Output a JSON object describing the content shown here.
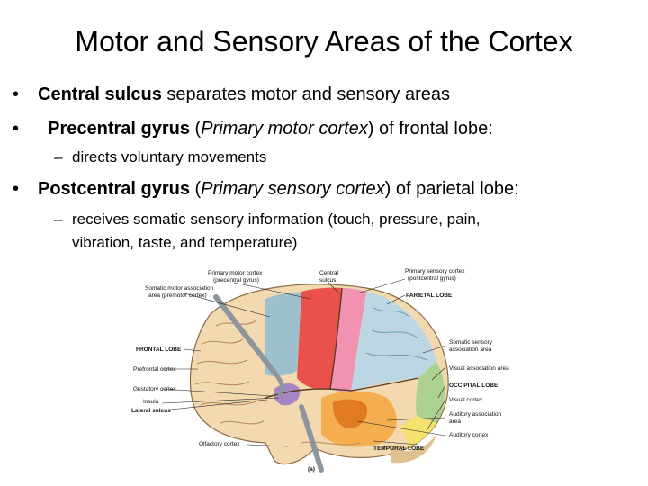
{
  "slide": {
    "title": "Motor and Sensory Areas of the Cortex",
    "bullets": [
      {
        "bold": "Central sulcus",
        "rest": " separates motor and sensory areas"
      },
      {
        "bold": "Precentral gyrus",
        "paren_open": " (",
        "italic": "Primary motor cortex",
        "rest": ") of frontal lobe:"
      },
      {
        "bold": "Postcentral gyrus",
        "paren_open": " (",
        "italic": "Primary sensory cortex",
        "rest": ") of parietal lobe:"
      }
    ],
    "sub_bullets": [
      "directs voluntary movements",
      "receives somatic sensory information (touch, pressure, pain,",
      "vibration, taste, and temperature)"
    ]
  },
  "figure": {
    "labels": {
      "primary_motor": "Primary motor cortex",
      "primary_motor_2": "(precentral gyrus)",
      "central_sulcus": "Central",
      "central_sulcus_2": "sulcus",
      "primary_sensory": "Primary sensory cortex",
      "primary_sensory_2": "(postcentral gyrus)",
      "somatic_motor": "Somatic motor association",
      "somatic_motor_2": "area (premotor cortex)",
      "parietal_lobe": "PARIETAL LOBE",
      "frontal_lobe": "FRONTAL LOBE",
      "somatic_sensory": "Somatic sensory",
      "somatic_sensory_2": "association area",
      "visual_association": "Visual association area",
      "prefrontal": "Prefrontal cortex",
      "occipital_lobe": "OCCIPITAL LOBE",
      "gustatory": "Gustatory cortex",
      "visual_cortex": "Visual cortex",
      "insula": "Insula",
      "lateral_sulcus": "Lateral sulcus",
      "auditory_association": "Auditory association",
      "auditory_association_2": "area",
      "auditory_cortex": "Auditory cortex",
      "olfactory": "Olfactory cortex",
      "temporal_lobe": "TEMPORAL LOBE",
      "panel": "(a)"
    }
  }
}
